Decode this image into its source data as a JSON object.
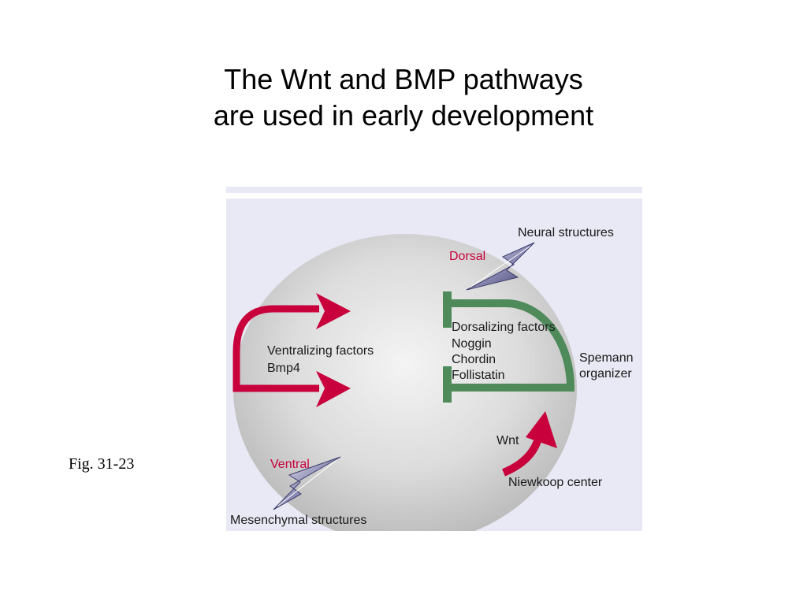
{
  "slide": {
    "title_line1": "The Wnt and BMP pathways",
    "title_line2": "are used in early development",
    "caption": "Fig. 31-23"
  },
  "diagram": {
    "dorsal": "Dorsal",
    "ventral": "Ventral",
    "neural_structures": "Neural structures",
    "mesenchymal_structures": "Mesenchymal structures",
    "ventralizing_title": "Ventralizing factors",
    "ventralizing_factor": "Bmp4",
    "dorsalizing_title": "Dorsalizing factors",
    "dorsalizing_factors": [
      "Noggin",
      "Chordin",
      "Follistatin"
    ],
    "spemann_line1": "Spemann",
    "spemann_line2": "organizer",
    "wnt": "Wnt",
    "niewkoop": "Niewkoop center"
  },
  "colors": {
    "ventralizing_arrow": "#c8003c",
    "dorsalizing_bar": "#4e8a5a",
    "direction_arrow": "#5a5a8c",
    "panel_background": "#e8e9f4",
    "embryo_center": "#f4f4f4",
    "embryo_edge": "#b9b9b9"
  }
}
